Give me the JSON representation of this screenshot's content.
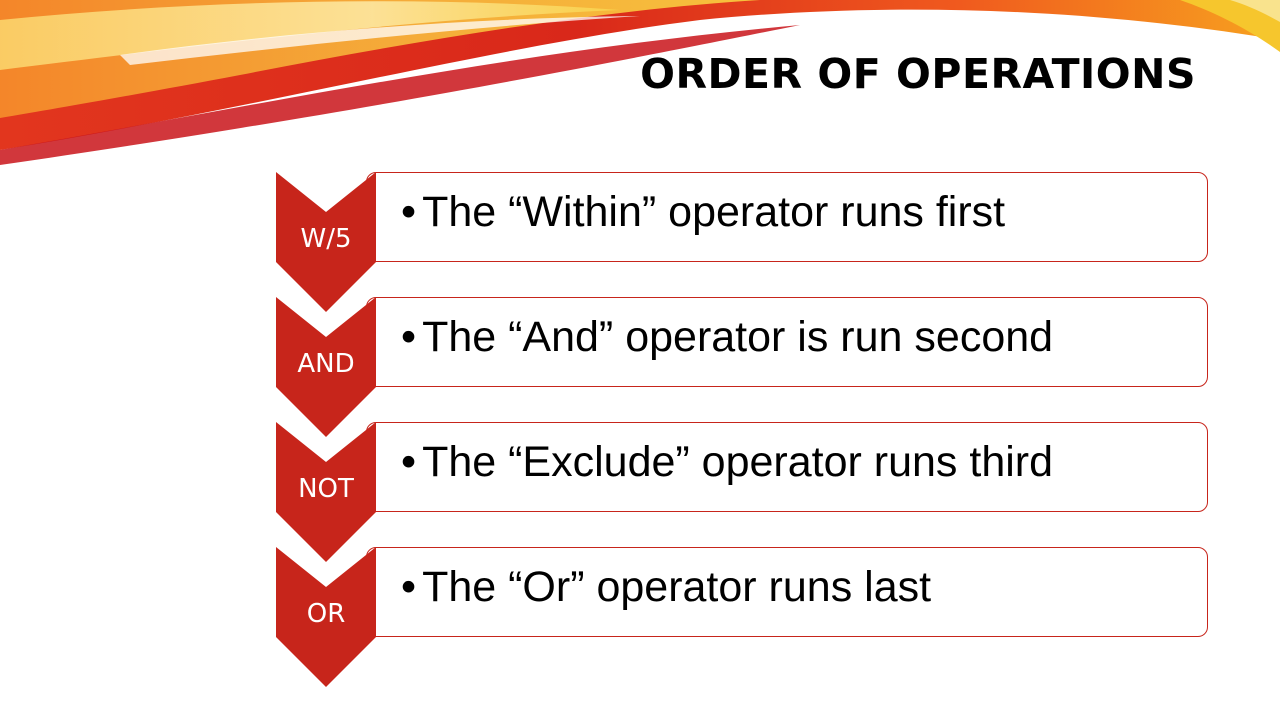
{
  "slide": {
    "title": "ORDER OF OPERATIONS",
    "accent_color": "#c7251b"
  },
  "steps": [
    {
      "label": "W/5",
      "bullet": "•",
      "text": "The “Within” operator runs first"
    },
    {
      "label": "AND",
      "bullet": "•",
      "text": "The “And” operator is run second"
    },
    {
      "label": "NOT",
      "bullet": "•",
      "text": "The “Exclude” operator runs third"
    },
    {
      "label": "OR",
      "bullet": "•",
      "text": "The “Or” operator runs last"
    }
  ]
}
